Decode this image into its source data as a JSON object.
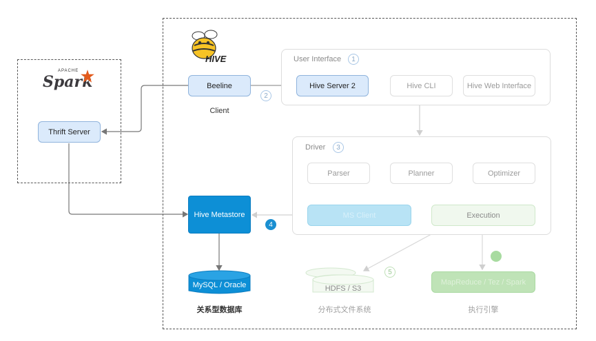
{
  "spark": {
    "small": "APACHE",
    "name": "Spark"
  },
  "hive_logo_text": "HIVE",
  "client": {
    "beeline": "Beeline",
    "label": "Client"
  },
  "thrift_server": "Thrift Server",
  "user_interface": {
    "title": "User Interface",
    "num": "1",
    "items": [
      "Hive Server 2",
      "Hive CLI",
      "Hive Web Interface"
    ]
  },
  "step2": "2",
  "driver": {
    "title": "Driver",
    "num": "3",
    "items": [
      "Parser",
      "Planner",
      "Optimizer"
    ],
    "ms_client": "MS Client",
    "execution": "Execution"
  },
  "metastore": {
    "name": "Hive Metastore",
    "num": "4"
  },
  "database": {
    "name": "MySQL / Oracle",
    "caption": "关系型数据库"
  },
  "hdfs": {
    "name": "HDFS / S3",
    "num": "5",
    "caption": "分布式文件系统"
  },
  "engine": {
    "name": "MapReduce / Tez / Spark",
    "caption": "执行引擎"
  },
  "colors": {
    "blue_fill": "#dbeafb",
    "metastore": "#0d8fd6",
    "cyan": "#b8e3f5",
    "green": "#bfe3b7",
    "spark_orange": "#e25a1c"
  }
}
